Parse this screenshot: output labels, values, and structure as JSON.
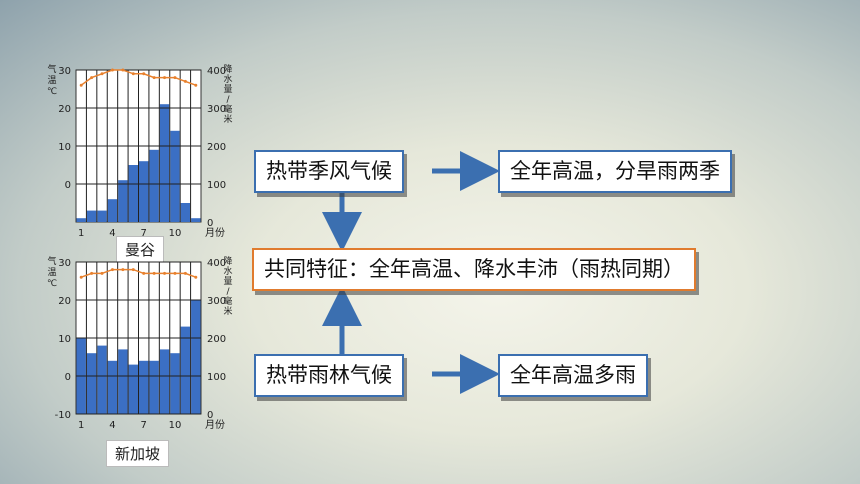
{
  "chart_data": [
    {
      "type": "bar",
      "city": "曼谷",
      "months": [
        1,
        2,
        3,
        4,
        5,
        6,
        7,
        8,
        9,
        10,
        11,
        12
      ],
      "x_tick_labels": [
        "1",
        "4",
        "7",
        "10"
      ],
      "x_unit": "月份",
      "precipitation_mm": [
        10,
        30,
        30,
        60,
        110,
        150,
        160,
        190,
        310,
        240,
        50,
        10
      ],
      "temperature_c": [
        26,
        28,
        29,
        30,
        30,
        29,
        29,
        28,
        28,
        28,
        27,
        26
      ],
      "left_axis": {
        "label": [
          "气",
          "温",
          "℃"
        ],
        "ticks": [
          0,
          10,
          20,
          30
        ],
        "range": [
          -10,
          30
        ]
      },
      "right_axis": {
        "label": [
          "降",
          "水",
          "量",
          "/",
          "毫",
          "米"
        ],
        "ticks": [
          0,
          100,
          200,
          300,
          400
        ],
        "range": [
          0,
          400
        ]
      },
      "bar_color": "#3b6fc4",
      "line_color": "#e8812e"
    },
    {
      "type": "bar",
      "city": "新加坡",
      "months": [
        1,
        2,
        3,
        4,
        5,
        6,
        7,
        8,
        9,
        10,
        11,
        12
      ],
      "x_tick_labels": [
        "1",
        "4",
        "7",
        "10"
      ],
      "x_unit": "月份",
      "precipitation_mm": [
        200,
        160,
        180,
        140,
        170,
        130,
        140,
        140,
        170,
        160,
        230,
        300
      ],
      "temperature_c": [
        26,
        27,
        27,
        28,
        28,
        28,
        27,
        27,
        27,
        27,
        27,
        26
      ],
      "left_axis": {
        "label": [
          "气",
          "温",
          "℃"
        ],
        "ticks": [
          -10,
          0,
          10,
          20,
          30
        ],
        "range": [
          -10,
          30
        ]
      },
      "right_axis": {
        "label": [
          "降",
          "水",
          "量",
          "/",
          "毫",
          "米"
        ],
        "ticks": [
          0,
          100,
          200,
          300,
          400
        ],
        "range": [
          0,
          400
        ]
      },
      "bar_color": "#3b6fc4",
      "line_color": "#e8812e"
    }
  ],
  "diagram": {
    "monsoon_climate": "热带季风气候",
    "monsoon_feature": "全年高温，分旱雨两季",
    "common_feature": "共同特征：全年高温、降水丰沛（雨热同期）",
    "rainforest_climate": "热带雨林气候",
    "rainforest_feature": "全年高温多雨"
  },
  "colors": {
    "box_border": "#3b6fb0",
    "common_border": "#e07b2e",
    "arrow": "#3b6fb0"
  }
}
